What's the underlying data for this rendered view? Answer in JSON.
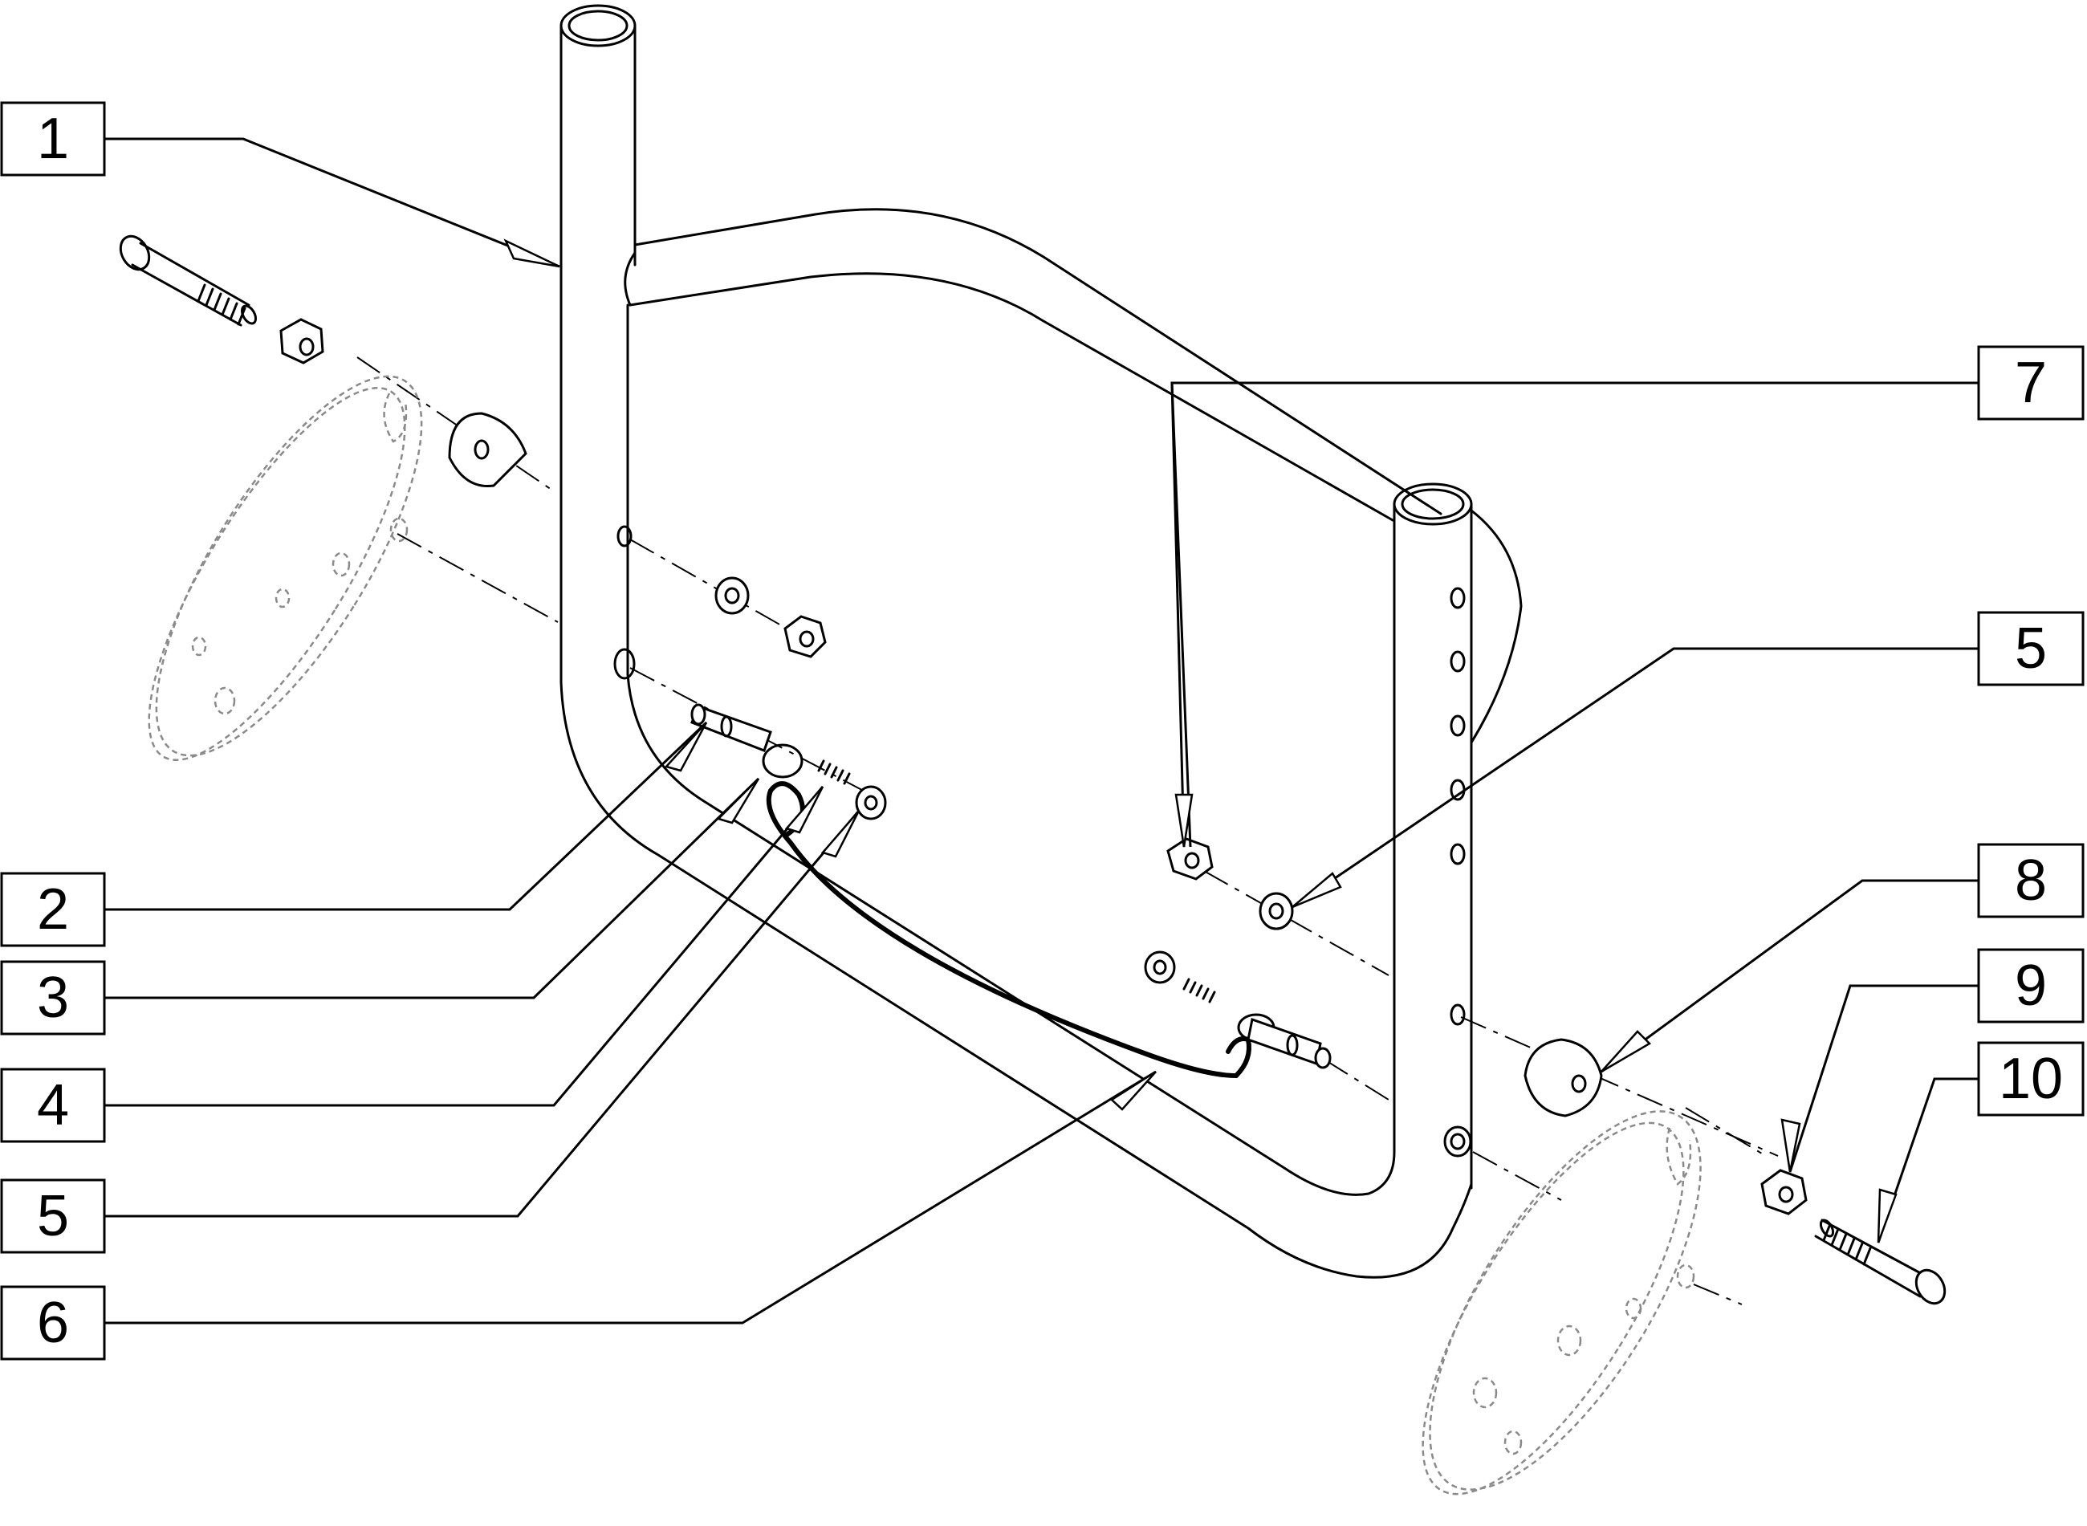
{
  "callouts": [
    {
      "id": "c1",
      "label": "1"
    },
    {
      "id": "c2",
      "label": "2"
    },
    {
      "id": "c3",
      "label": "3"
    },
    {
      "id": "c4",
      "label": "4"
    },
    {
      "id": "c5a",
      "label": "5"
    },
    {
      "id": "c6",
      "label": "6"
    },
    {
      "id": "c7",
      "label": "7"
    },
    {
      "id": "c5b",
      "label": "5"
    },
    {
      "id": "c8",
      "label": "8"
    },
    {
      "id": "c9",
      "label": "9"
    },
    {
      "id": "c10",
      "label": "10"
    }
  ],
  "colors": {
    "line": "#000000",
    "ghost": "#8a8a8a",
    "background": "#ffffff"
  }
}
